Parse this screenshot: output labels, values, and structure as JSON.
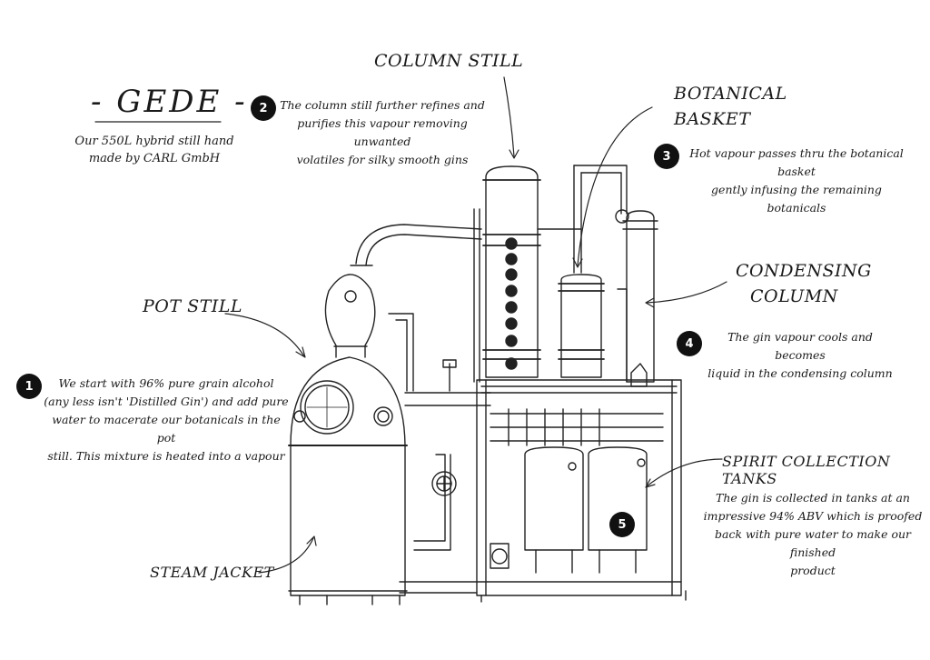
{
  "title": "- GEDE -",
  "subtitle_line1": "Our 550L hybrid still hand",
  "subtitle_line2": "made by CARL GmbH",
  "labels": {
    "column_still": "COLUMN STILL",
    "botanical_basket_1": "BOTANICAL",
    "botanical_basket_2": "BASKET",
    "condensing_column_1": "CONDENSING",
    "condensing_column_2": "COLUMN",
    "pot_still": "POT STILL",
    "spirit_tanks": "SPIRIT COLLECTION TANKS",
    "steam_jacket": "STEAM JACKET"
  },
  "steps": [
    {
      "number": "1",
      "lines": [
        "We start with 96% pure grain alcohol",
        "(any less isn't 'Distilled Gin') and add pure",
        "water to macerate our botanicals in the pot",
        "still. This mixture is heated into a vapour"
      ]
    },
    {
      "number": "2",
      "lines": [
        "The column still further refines and",
        "purifies this vapour removing unwanted",
        "volatiles for silky smooth gins"
      ]
    },
    {
      "number": "3",
      "lines": [
        "Hot vapour passes thru the botanical basket",
        "gently infusing the remaining botanicals"
      ]
    },
    {
      "number": "4",
      "lines": [
        "The gin vapour cools and becomes",
        "liquid in the condensing column"
      ]
    },
    {
      "number": "5",
      "lines": [
        "The gin is collected in tanks at an",
        "impressive 94% ABV which is proofed",
        "back with pure water to make our finished",
        "product"
      ]
    }
  ]
}
